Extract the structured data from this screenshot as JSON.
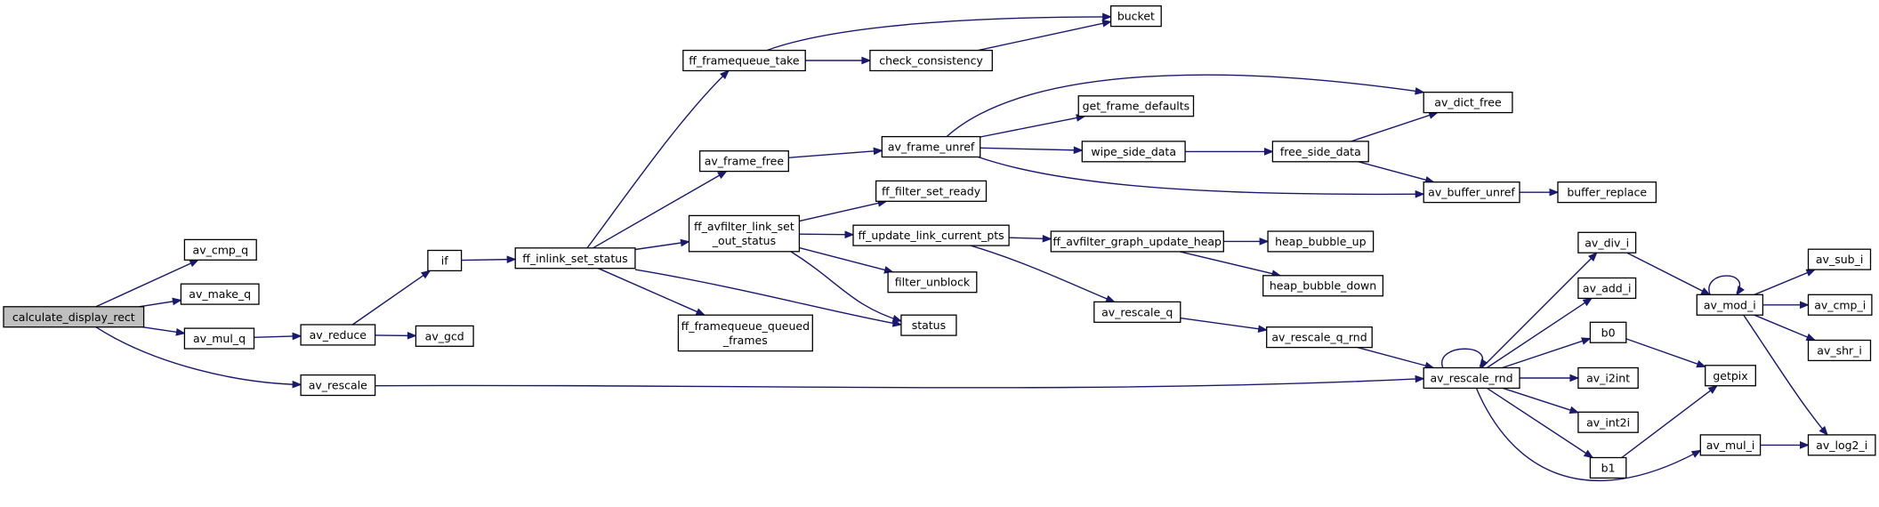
{
  "graph": {
    "colors": {
      "edge": "#191970",
      "root_fill": "#bfbfbf",
      "node_fill": "#ffffff"
    },
    "nodes": [
      {
        "id": "calculate_display_rect",
        "lines": [
          "calculate_display_rect"
        ],
        "root": true
      },
      {
        "id": "av_cmp_q",
        "lines": [
          "av_cmp_q"
        ]
      },
      {
        "id": "av_make_q",
        "lines": [
          "av_make_q"
        ]
      },
      {
        "id": "av_mul_q",
        "lines": [
          "av_mul_q"
        ]
      },
      {
        "id": "av_rescale",
        "lines": [
          "av_rescale"
        ]
      },
      {
        "id": "av_reduce",
        "lines": [
          "av_reduce"
        ]
      },
      {
        "id": "if",
        "lines": [
          "if"
        ]
      },
      {
        "id": "av_gcd",
        "lines": [
          "av_gcd"
        ]
      },
      {
        "id": "ff_inlink_set_status",
        "lines": [
          "ff_inlink_set_status"
        ]
      },
      {
        "id": "ff_framequeue_take",
        "lines": [
          "ff_framequeue_take"
        ]
      },
      {
        "id": "av_frame_free",
        "lines": [
          "av_frame_free"
        ]
      },
      {
        "id": "ff_avfilter_link_set_out_status",
        "lines": [
          "ff_avfilter_link_set",
          "_out_status"
        ]
      },
      {
        "id": "ff_framequeue_queued_frames",
        "lines": [
          "ff_framequeue_queued",
          "_frames"
        ]
      },
      {
        "id": "status",
        "lines": [
          "status"
        ]
      },
      {
        "id": "check_consistency",
        "lines": [
          "check_consistency"
        ]
      },
      {
        "id": "bucket",
        "lines": [
          "bucket"
        ]
      },
      {
        "id": "av_frame_unref",
        "lines": [
          "av_frame_unref"
        ]
      },
      {
        "id": "get_frame_defaults",
        "lines": [
          "get_frame_defaults"
        ]
      },
      {
        "id": "wipe_side_data",
        "lines": [
          "wipe_side_data"
        ]
      },
      {
        "id": "free_side_data",
        "lines": [
          "free_side_data"
        ]
      },
      {
        "id": "av_dict_free",
        "lines": [
          "av_dict_free"
        ]
      },
      {
        "id": "av_buffer_unref",
        "lines": [
          "av_buffer_unref"
        ]
      },
      {
        "id": "buffer_replace",
        "lines": [
          "buffer_replace"
        ]
      },
      {
        "id": "ff_filter_set_ready",
        "lines": [
          "ff_filter_set_ready"
        ]
      },
      {
        "id": "ff_update_link_current_pts",
        "lines": [
          "ff_update_link_current_pts"
        ]
      },
      {
        "id": "filter_unblock",
        "lines": [
          "filter_unblock"
        ]
      },
      {
        "id": "ff_avfilter_graph_update_heap",
        "lines": [
          "ff_avfilter_graph_update_heap"
        ]
      },
      {
        "id": "heap_bubble_up",
        "lines": [
          "heap_bubble_up"
        ]
      },
      {
        "id": "heap_bubble_down",
        "lines": [
          "heap_bubble_down"
        ]
      },
      {
        "id": "av_rescale_q",
        "lines": [
          "av_rescale_q"
        ]
      },
      {
        "id": "av_rescale_q_rnd",
        "lines": [
          "av_rescale_q_rnd"
        ]
      },
      {
        "id": "av_rescale_rnd",
        "lines": [
          "av_rescale_rnd"
        ]
      },
      {
        "id": "av_div_i",
        "lines": [
          "av_div_i"
        ]
      },
      {
        "id": "av_add_i",
        "lines": [
          "av_add_i"
        ]
      },
      {
        "id": "b0",
        "lines": [
          "b0"
        ]
      },
      {
        "id": "av_i2int",
        "lines": [
          "av_i2int"
        ]
      },
      {
        "id": "av_int2i",
        "lines": [
          "av_int2i"
        ]
      },
      {
        "id": "b1",
        "lines": [
          "b1"
        ]
      },
      {
        "id": "getpix",
        "lines": [
          "getpix"
        ]
      },
      {
        "id": "av_mul_i",
        "lines": [
          "av_mul_i"
        ]
      },
      {
        "id": "av_mod_i",
        "lines": [
          "av_mod_i"
        ]
      },
      {
        "id": "av_sub_i",
        "lines": [
          "av_sub_i"
        ]
      },
      {
        "id": "av_cmp_i",
        "lines": [
          "av_cmp_i"
        ]
      },
      {
        "id": "av_shr_i",
        "lines": [
          "av_shr_i"
        ]
      },
      {
        "id": "av_log2_i",
        "lines": [
          "av_log2_i"
        ]
      }
    ],
    "edges": [
      [
        "calculate_display_rect",
        "av_cmp_q"
      ],
      [
        "calculate_display_rect",
        "av_make_q"
      ],
      [
        "calculate_display_rect",
        "av_mul_q"
      ],
      [
        "calculate_display_rect",
        "av_rescale"
      ],
      [
        "av_mul_q",
        "av_reduce"
      ],
      [
        "av_reduce",
        "if"
      ],
      [
        "av_reduce",
        "av_gcd"
      ],
      [
        "if",
        "ff_inlink_set_status"
      ],
      [
        "ff_inlink_set_status",
        "ff_framequeue_take"
      ],
      [
        "ff_inlink_set_status",
        "av_frame_free"
      ],
      [
        "ff_inlink_set_status",
        "ff_avfilter_link_set_out_status"
      ],
      [
        "ff_inlink_set_status",
        "ff_framequeue_queued_frames"
      ],
      [
        "ff_inlink_set_status",
        "status"
      ],
      [
        "ff_framequeue_take",
        "check_consistency"
      ],
      [
        "ff_framequeue_take",
        "bucket"
      ],
      [
        "check_consistency",
        "bucket"
      ],
      [
        "av_frame_free",
        "av_frame_unref"
      ],
      [
        "av_frame_unref",
        "get_frame_defaults"
      ],
      [
        "av_frame_unref",
        "wipe_side_data"
      ],
      [
        "av_frame_unref",
        "av_dict_free"
      ],
      [
        "av_frame_unref",
        "av_buffer_unref"
      ],
      [
        "wipe_side_data",
        "free_side_data"
      ],
      [
        "free_side_data",
        "av_dict_free"
      ],
      [
        "free_side_data",
        "av_buffer_unref"
      ],
      [
        "av_buffer_unref",
        "buffer_replace"
      ],
      [
        "ff_avfilter_link_set_out_status",
        "ff_filter_set_ready"
      ],
      [
        "ff_avfilter_link_set_out_status",
        "ff_update_link_current_pts"
      ],
      [
        "ff_avfilter_link_set_out_status",
        "filter_unblock"
      ],
      [
        "ff_avfilter_link_set_out_status",
        "status"
      ],
      [
        "ff_update_link_current_pts",
        "ff_avfilter_graph_update_heap"
      ],
      [
        "ff_update_link_current_pts",
        "av_rescale_q"
      ],
      [
        "ff_avfilter_graph_update_heap",
        "heap_bubble_up"
      ],
      [
        "ff_avfilter_graph_update_heap",
        "heap_bubble_down"
      ],
      [
        "av_rescale_q",
        "av_rescale_q_rnd"
      ],
      [
        "av_rescale_q_rnd",
        "av_rescale_rnd"
      ],
      [
        "av_rescale",
        "av_rescale_rnd"
      ],
      [
        "av_rescale_rnd",
        "av_rescale_rnd"
      ],
      [
        "av_rescale_rnd",
        "av_div_i"
      ],
      [
        "av_rescale_rnd",
        "av_add_i"
      ],
      [
        "av_rescale_rnd",
        "b0"
      ],
      [
        "av_rescale_rnd",
        "av_i2int"
      ],
      [
        "av_rescale_rnd",
        "av_int2i"
      ],
      [
        "av_rescale_rnd",
        "b1"
      ],
      [
        "av_rescale_rnd",
        "av_mul_i"
      ],
      [
        "av_div_i",
        "av_mod_i"
      ],
      [
        "av_mod_i",
        "av_mod_i"
      ],
      [
        "av_mod_i",
        "av_sub_i"
      ],
      [
        "av_mod_i",
        "av_cmp_i"
      ],
      [
        "av_mod_i",
        "av_shr_i"
      ],
      [
        "av_mod_i",
        "av_log2_i"
      ],
      [
        "av_mul_i",
        "av_log2_i"
      ],
      [
        "b0",
        "getpix"
      ],
      [
        "b1",
        "getpix"
      ]
    ]
  }
}
